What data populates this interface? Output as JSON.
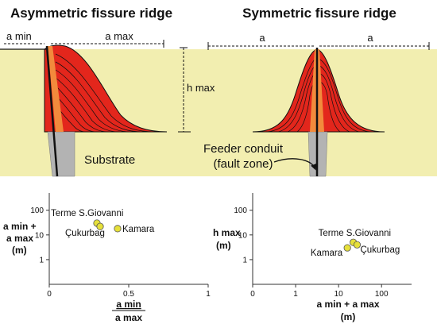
{
  "titles": {
    "left": "Asymmetric fissure ridge",
    "right": "Symmetric fissure ridge"
  },
  "dims": {
    "a_min": "a min",
    "a_max": "a max",
    "a_left": "a",
    "a_right": "a",
    "h_max": "h max"
  },
  "labels": {
    "substrate": "Substrate",
    "feeder_line1": "Feeder conduit",
    "feeder_line2": "(fault zone)"
  },
  "colors": {
    "substrate": "#f2eeb0",
    "ridge": "#e3261c",
    "conduit": "#b3b3b3",
    "core": "#f28a3c",
    "point": "#e6e03a"
  },
  "chart_data": [
    {
      "type": "scatter",
      "title": "",
      "xlabel_line1": "a min",
      "xlabel_line2": "a max",
      "ylabel_lines": [
        "a min +",
        "a max",
        "(m)"
      ],
      "x_ticks": [
        "0",
        "0.5",
        "1"
      ],
      "y_ticks": [
        "1",
        "10",
        "100"
      ],
      "y_scale": "log",
      "xlim": [
        0,
        1
      ],
      "ylim": [
        0.1,
        500
      ],
      "points": [
        {
          "name": "Terme S.Giovanni",
          "x": 0.3,
          "y": 30
        },
        {
          "name": "Çukurbag",
          "x": 0.32,
          "y": 22
        },
        {
          "name": "Kamara",
          "x": 0.43,
          "y": 18
        }
      ]
    },
    {
      "type": "scatter",
      "title": "",
      "xlabel_line1": "a min + a max",
      "xlabel_line2": "(m)",
      "ylabel_lines": [
        "h max",
        "(m)"
      ],
      "x_ticks": [
        "0",
        "1",
        "10",
        "100"
      ],
      "y_ticks": [
        "1",
        "10",
        "100"
      ],
      "x_scale": "log",
      "y_scale": "log",
      "xlim": [
        0.1,
        500
      ],
      "ylim": [
        0.1,
        500
      ],
      "points": [
        {
          "name": "Terme S.Giovanni",
          "x": 22,
          "y": 5
        },
        {
          "name": "Kamara",
          "x": 16,
          "y": 3
        },
        {
          "name": "Çukurbag",
          "x": 27,
          "y": 4
        }
      ]
    }
  ]
}
